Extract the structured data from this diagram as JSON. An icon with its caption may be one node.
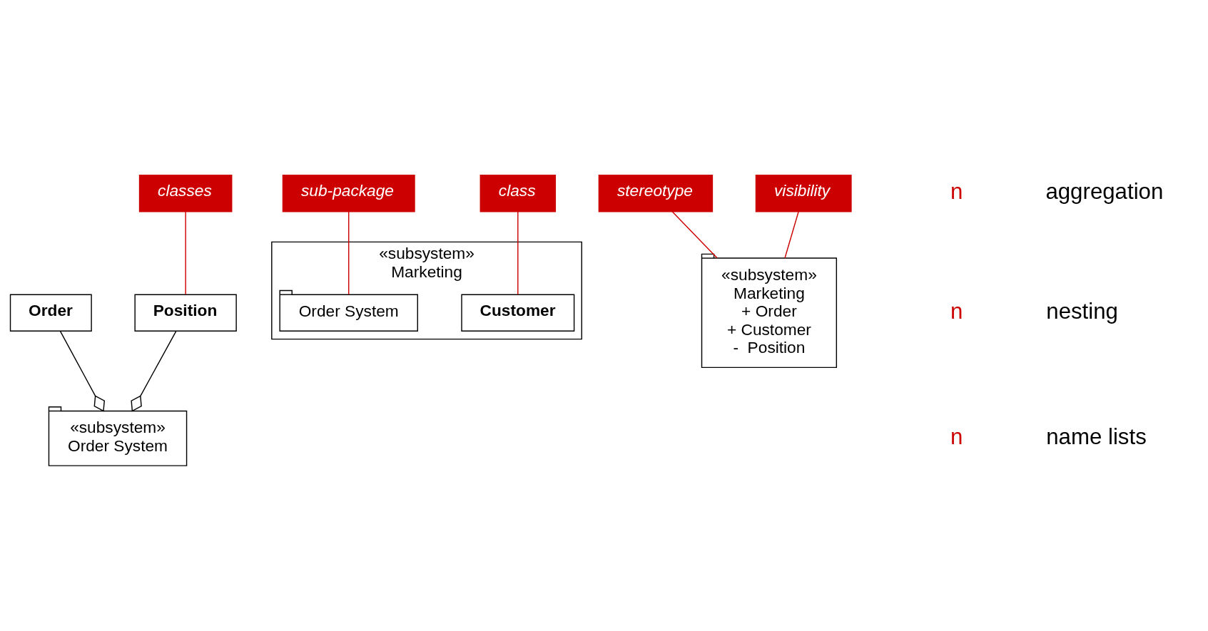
{
  "diagram": {
    "nodes": [
      {
        "text": [
          "«subsystem»",
          "Order System"
        ]
      },
      {
        "text": [
          "Order"
        ]
      },
      {
        "text": [
          "Position"
        ]
      },
      {
        "text": [
          "classes"
        ]
      },
      {
        "text": [
          "«subsystem»",
          "Marketing"
        ]
      },
      {
        "text": [
          "Order System"
        ],
        "in": 4
      },
      {
        "text": [
          "Customer"
        ],
        "in": 4
      },
      {
        "text": [
          "sub-package"
        ]
      },
      {
        "text": [
          "class"
        ]
      },
      {
        "text": [
          "«subsystem»",
          "Marketing",
          "+ Order",
          "+ Customer",
          "-  Position"
        ]
      },
      {
        "text": [
          "stereotype"
        ]
      },
      {
        "text": [
          "visibility"
        ]
      }
    ],
    "edges": [
      {
        "from": 1,
        "to": 0,
        "arrow": "other",
        "color": "#000000"
      },
      {
        "from": 2,
        "to": 0,
        "arrow": "other",
        "color": "#000000"
      },
      {
        "from": 3,
        "to": 2,
        "arrow": "none",
        "color": "#cc0000"
      },
      {
        "from": 7,
        "to": 5,
        "arrow": "none",
        "color": "#cc0000"
      },
      {
        "from": 8,
        "to": 6,
        "arrow": "none",
        "color": "#cc0000"
      },
      {
        "from": 10,
        "to": 9,
        "arrow": "none",
        "color": "#cc0000"
      },
      {
        "from": 11,
        "to": 9,
        "arrow": "none",
        "color": "#cc0000"
      }
    ],
    "labels": [
      "n",
      "aggregation",
      "n",
      "nesting",
      "n",
      "name lists"
    ]
  }
}
